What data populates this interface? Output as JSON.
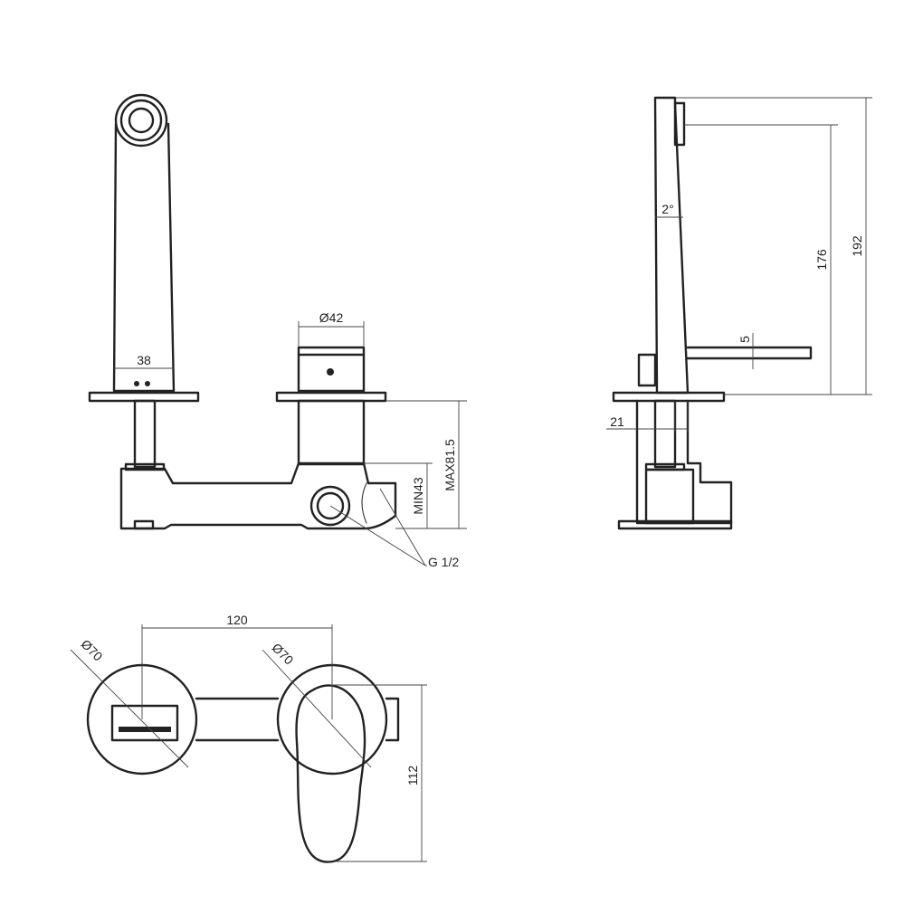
{
  "dimensions": {
    "spout_width": "38",
    "handle_body_diameter": "Ø42",
    "max_depth": "MAX81.5",
    "min_depth": "MIN43",
    "inlet_thread": "G 1/2",
    "handle_rise": "5",
    "angle": "2°",
    "outlet_height": "176",
    "total_height": "192",
    "spout_depth": "21",
    "center_distance": "120",
    "rosette_left_diameter": "Ø70",
    "rosette_right_diameter": "Ø70",
    "plan_depth": "112"
  },
  "colors": {
    "line": "#222222",
    "background": "#ffffff"
  }
}
